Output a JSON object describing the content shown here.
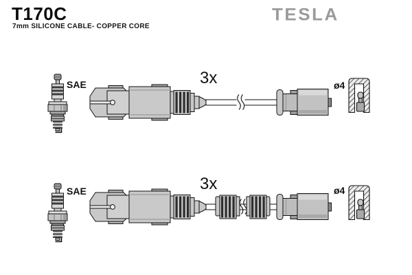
{
  "header": {
    "part_number": "T170C",
    "subtitle": "7mm SILICONE CABLE- COPPER CORE",
    "brand_logo": "TESLA"
  },
  "labels": {
    "top": {
      "plug_standard": "SAE",
      "quantity": "3x",
      "terminal_diameter": "ø4"
    },
    "bottom": {
      "plug_standard": "SAE",
      "quantity": "3x",
      "terminal_diameter": "ø4"
    }
  },
  "colors": {
    "background": "#ffffff",
    "line": "#1a1a1a",
    "metal_fill": "#c9c9c9",
    "dark_stripe": "#2e2e2e",
    "brand_gray": "#9b9b9b"
  },
  "icons": {
    "spark_plug": "spark-plug-icon",
    "coil_connector": "coil-end-connector-icon",
    "cable_break": "cable-break-marks-icon",
    "corrugated_sleeve": "corrugated-sleeve-icon",
    "plug_boot": "plug-boot-cross-section-icon"
  }
}
